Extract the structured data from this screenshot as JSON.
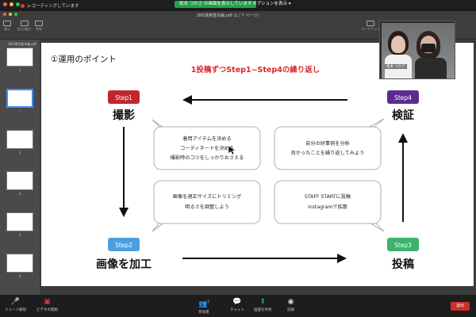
{
  "topbar": {
    "recording": "レコーディングしています",
    "share_status": "松本 つかさ の画面を表示しています",
    "options": "オプションを表示"
  },
  "toolbar": {
    "filename": "SNS運用基本編.pdf (1 / 7 ページ)",
    "buttons": [
      "表示",
      "拡大/縮小",
      "共有"
    ],
    "right_button": "マークアップ"
  },
  "sidebar": {
    "title": "SNS運用基本編.pdf",
    "pages": [
      "1",
      "2",
      "3",
      "4",
      "5",
      "6"
    ],
    "selected": "2"
  },
  "video": {
    "name": "松本 つかさ"
  },
  "slide": {
    "heading": "①運用のポイント",
    "subtitle": "1投稿ずつStep1~Step4の繰り返し",
    "steps": [
      {
        "tag": "Step1",
        "label": "撮影",
        "color": "#c0272d"
      },
      {
        "tag": "Step2",
        "label": "画像を加工",
        "color": "#4a9fe0"
      },
      {
        "tag": "Step3",
        "label": "投稿",
        "color": "#3bb36a"
      },
      {
        "tag": "Step4",
        "label": "検証",
        "color": "#5b2d91"
      }
    ],
    "bubbles": {
      "b1": [
        "着用アイテムを決める",
        "コーディネートを決める",
        "撮影時のコツをしっかりおさえる"
      ],
      "b2": [
        "自分の好事例を分析",
        "良かったことを繰り返してみよう"
      ],
      "b3": [
        "画像を適正サイズにトリミング",
        "明るさを調整しよう"
      ],
      "b4": [
        "STAFF STARTに投稿",
        "instagramで拡散"
      ]
    }
  },
  "bottombar": {
    "mute": "ミュート解除",
    "video": "ビデオの開始",
    "participants": "参加者",
    "participants_count": "5",
    "chat": "チャット",
    "share": "画面を共有",
    "record": "記録",
    "end": "退出"
  },
  "colors": {
    "share_green": "#21a24c",
    "end_red": "#c9302c",
    "accent_blue": "#3d8af7"
  }
}
